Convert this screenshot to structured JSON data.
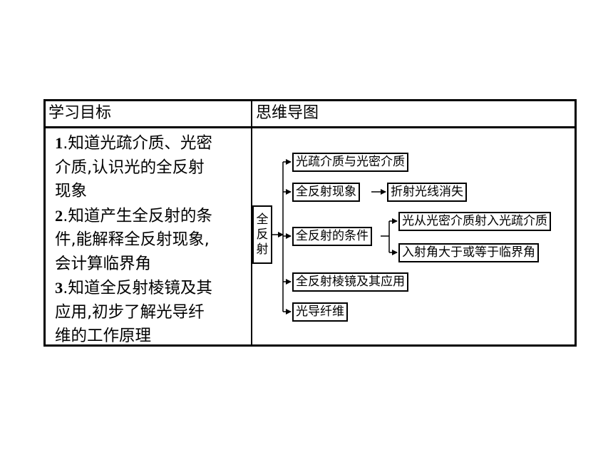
{
  "table": {
    "left_header": "学习目标",
    "right_header": "思维导图"
  },
  "goals": [
    {
      "num": "1",
      "lines": [
        ".知道光疏介质、光密",
        "介质,认识光的全反射",
        "现象"
      ]
    },
    {
      "num": "2",
      "lines": [
        ".知道产生全反射的条",
        "件,能解释全反射现象,",
        "会计算临界角"
      ]
    },
    {
      "num": "3",
      "lines": [
        ".知道全反射棱镜及其",
        "应用,初步了解光导纤",
        "维的工作原理"
      ]
    }
  ],
  "mindmap": {
    "root": [
      "全",
      "反",
      "射"
    ],
    "branches": {
      "b1": "光疏介质与光密介质",
      "b2": "全反射现象",
      "b2_child": "折射光线消失",
      "b3": "全反射的条件",
      "b3_child1": "光从光密介质射入光疏介质",
      "b3_child2": "入射角大于或等于临界角",
      "b4": "全反射棱镜及其应用",
      "b5": "光导纤维"
    }
  }
}
